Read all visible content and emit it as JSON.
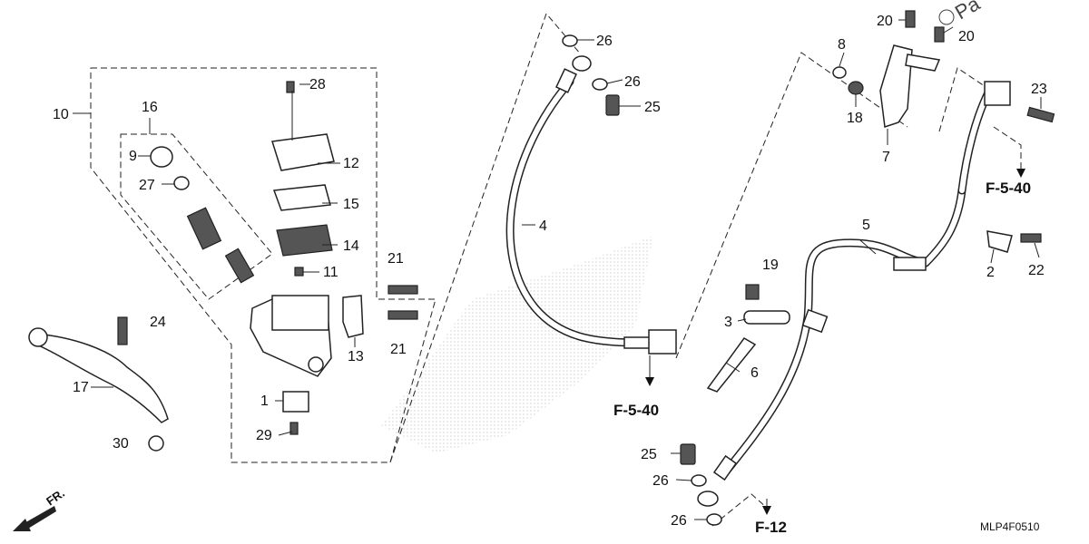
{
  "diagram": {
    "code": "MLP4F0510",
    "watermark": "Pa",
    "front_arrow": "FR.",
    "labels": {
      "l1": "1",
      "l2": "2",
      "l3": "3",
      "l4": "4",
      "l5": "5",
      "l6": "6",
      "l7": "7",
      "l8": "8",
      "l9": "9",
      "l10": "10",
      "l11": "11",
      "l12": "12",
      "l13": "13",
      "l14": "14",
      "l15": "15",
      "l16": "16",
      "l17": "17",
      "l18": "18",
      "l19": "19",
      "l20a": "20",
      "l20b": "20",
      "l21a": "21",
      "l21b": "21",
      "l22": "22",
      "l23": "23",
      "l24": "24",
      "l25a": "25",
      "l25b": "25",
      "l26a": "26",
      "l26b": "26",
      "l26c": "26",
      "l26d": "26",
      "l27": "27",
      "l28": "28",
      "l29": "29",
      "l30": "30"
    },
    "refs": {
      "r1": "F-5-40",
      "r2": "F-5-40",
      "r3": "F-12"
    }
  }
}
